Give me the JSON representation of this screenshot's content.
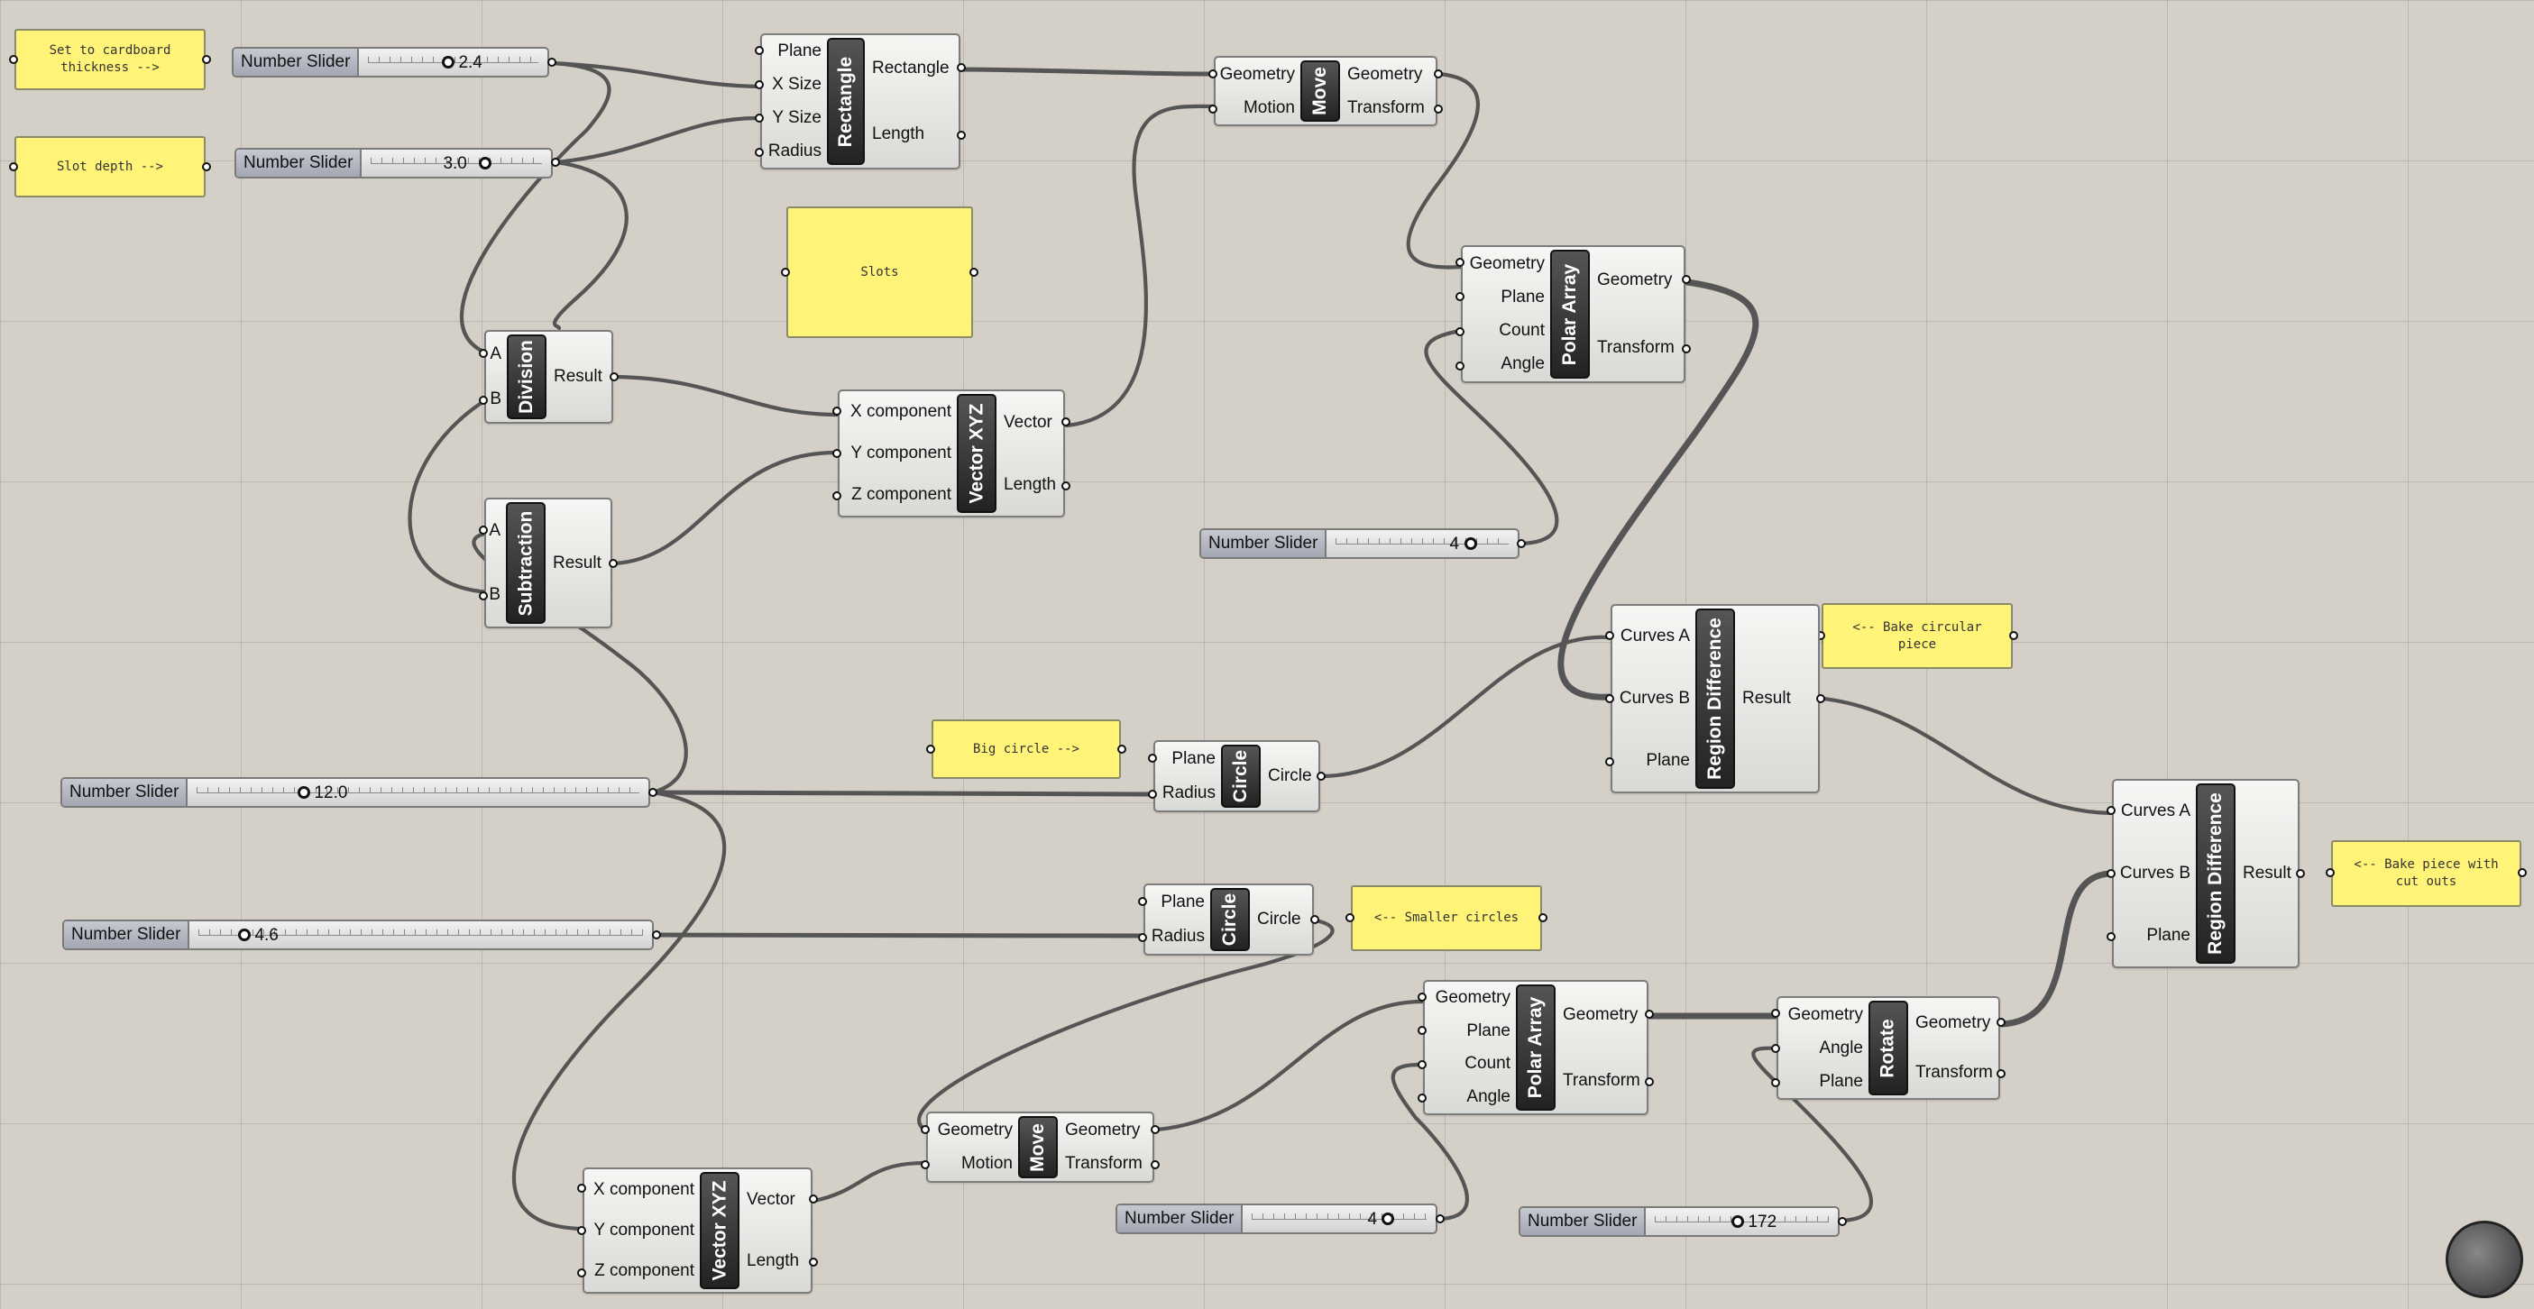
{
  "canvas": {
    "background": "#d4d0c8",
    "wire_color": "#555555",
    "panel_color": "#fff478"
  },
  "panels": {
    "cardboard": "Set to cardboard thickness -->",
    "slot_depth": "Slot depth -->",
    "slots": "Slots",
    "big_circle": "Big circle -->",
    "smaller_circles": "<-- Smaller circles",
    "bake_circular": "<-- Bake circular piece",
    "bake_piece": "<-- Bake piece with cut outs"
  },
  "sliders": {
    "thickness": {
      "label": "Number Slider",
      "value": "2.4"
    },
    "depth": {
      "label": "Number Slider",
      "value": "3.0"
    },
    "big_radius": {
      "label": "Number Slider",
      "value": "12.0"
    },
    "small_radius": {
      "label": "Number Slider",
      "value": "4.6"
    },
    "count_top": {
      "label": "Number Slider",
      "value": "4"
    },
    "count_bottom": {
      "label": "Number Slider",
      "value": "4"
    },
    "rotate_angle": {
      "label": "Number Slider",
      "value": "172"
    }
  },
  "components": {
    "rectangle": {
      "title": "Rectangle",
      "inputs": [
        "Plane",
        "X Size",
        "Y Size",
        "Radius"
      ],
      "outputs": [
        "Rectangle",
        "Length"
      ]
    },
    "move_top": {
      "title": "Move",
      "inputs": [
        "Geometry",
        "Motion"
      ],
      "outputs": [
        "Geometry",
        "Transform"
      ]
    },
    "polar_top": {
      "title": "Polar Array",
      "inputs": [
        "Geometry",
        "Plane",
        "Count",
        "Angle"
      ],
      "outputs": [
        "Geometry",
        "Transform"
      ]
    },
    "division": {
      "title": "Division",
      "inputs": [
        "A",
        "B"
      ],
      "outputs": [
        "Result"
      ]
    },
    "subtraction": {
      "title": "Subtraction",
      "inputs": [
        "A",
        "B"
      ],
      "outputs": [
        "Result"
      ]
    },
    "vector_top": {
      "title": "Vector XYZ",
      "inputs": [
        "X component",
        "Y component",
        "Z component"
      ],
      "outputs": [
        "Vector",
        "Length"
      ]
    },
    "region_top": {
      "title": "Region Difference",
      "inputs": [
        "Curves A",
        "Curves B",
        "Plane"
      ],
      "outputs": [
        "Result"
      ]
    },
    "circle_big": {
      "title": "Circle",
      "inputs": [
        "Plane",
        "Radius"
      ],
      "outputs": [
        "Circle"
      ]
    },
    "circle_small": {
      "title": "Circle",
      "inputs": [
        "Plane",
        "Radius"
      ],
      "outputs": [
        "Circle"
      ]
    },
    "region_right": {
      "title": "Region Difference",
      "inputs": [
        "Curves A",
        "Curves B",
        "Plane"
      ],
      "outputs": [
        "Result"
      ]
    },
    "polar_bottom": {
      "title": "Polar Array",
      "inputs": [
        "Geometry",
        "Plane",
        "Count",
        "Angle"
      ],
      "outputs": [
        "Geometry",
        "Transform"
      ]
    },
    "rotate": {
      "title": "Rotate",
      "inputs": [
        "Geometry",
        "Angle",
        "Plane"
      ],
      "outputs": [
        "Geometry",
        "Transform"
      ]
    },
    "move_bottom": {
      "title": "Move",
      "inputs": [
        "Geometry",
        "Motion"
      ],
      "outputs": [
        "Geometry",
        "Transform"
      ]
    },
    "vector_bottom": {
      "title": "Vector XYZ",
      "inputs": [
        "X component",
        "Y component",
        "Z component"
      ],
      "outputs": [
        "Vector",
        "Length"
      ]
    }
  }
}
